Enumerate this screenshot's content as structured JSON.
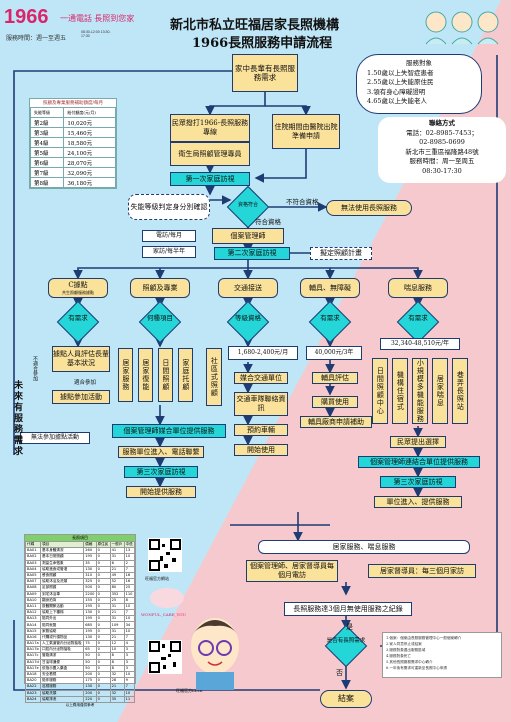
{
  "header": {
    "logo_1966": "1966",
    "slogan": "一通電話 長照到您家",
    "service_hours": "服務時間：週一至週五",
    "hours_time": "08:30-12:00 13:30-17:30",
    "title_line1": "新北市私立旺福居家長照機構",
    "title_line2": "1966長照服務申請流程"
  },
  "criteria": {
    "title": "服務對象",
    "items": [
      "1.50歲以上失智症患者",
      "2.55歲以上失能原住民",
      "3.領有身心障礙證明",
      "4.65歲以上失能老人"
    ]
  },
  "contact": {
    "title": "聯絡方式",
    "phone1": "電話：02-8985-7453；",
    "phone2": "02-8985-0699",
    "address": "新北市三重區福隆路48號",
    "hours": "服務時間：周一至周五",
    "hours_time": "08:30-17:30"
  },
  "subsidy": {
    "title": "照顧及專業服務補助額度/每月",
    "head_level": "失能等級",
    "head_amount": "給付額度(元/月)",
    "rows": [
      [
        "第2級",
        "10,020元"
      ],
      [
        "第3級",
        "15,460元"
      ],
      [
        "第4級",
        "18,580元"
      ],
      [
        "第5級",
        "24,100元"
      ],
      [
        "第6級",
        "28,070元"
      ],
      [
        "第7級",
        "32,090元"
      ],
      [
        "第8級",
        "36,180元"
      ]
    ]
  },
  "flow": {
    "start": "家中長輩有長照服務需求",
    "apply_self": "民眾撥打1966-長照服務專線",
    "health_bureau": "衛生局照顧管理專員",
    "hospital": "住院期間由醫院出院準備申請",
    "first_visit": "第一次家庭訪視",
    "eligibility_check": "失能等級判定身分別確認",
    "eligible_q": "資格符合",
    "not_eligible": "不符合資格",
    "eligible": "符合資格",
    "no_service": "無法使用長照服務",
    "case_manager": "個案管理師",
    "contact_monthly": "電訪/每月",
    "visit_half_year": "家訪/每半年",
    "second_visit": "第二次家庭訪視",
    "plan": "擬定照顧計畫",
    "unmet_need": "未來有服務需求"
  },
  "branches": {
    "c_stations": "C據點",
    "c_sub": "共生照顧服務據點",
    "care_pro": "照顧及專業",
    "transport": "交通接送",
    "aids": "輔具、無障礙",
    "respite": "喘息服務"
  },
  "c_flow": {
    "need_q": "有需求",
    "no_join": "不適合參加",
    "join_suitable": "適合參加",
    "staff_eval": "據點人員評估長輩基本狀況",
    "join": "據點參加活動",
    "cannot_join": "無法參加據點活動"
  },
  "care_flow": {
    "need_q": "何種項目",
    "options": [
      "居家服務",
      "居家復能",
      "日間照顧",
      "家庭托顧",
      "社區式照顧"
    ]
  },
  "transport_flow": {
    "need_q": "等級資格",
    "amount": "1,680-2,400元/月",
    "provider": "媒合交通單位",
    "info": "交通車隊聯絡資訊",
    "reserve": "預約車輛",
    "start": "開始使用"
  },
  "aids_flow": {
    "need_q": "有需求",
    "amount": "40,000元/3年",
    "evaluate": "輔具評估",
    "buy": "購買使用",
    "claim": "輔具廠商申請補助"
  },
  "respite_flow": {
    "need_q": "有需求",
    "amount": "32,340-48,510元/年",
    "options": [
      "日間照顧中心",
      "機構住宿式",
      "小規模多機能服務",
      "居家喘息",
      "巷弄長照站"
    ]
  },
  "common_flow": {
    "choose_agency": "民眾提出選擇",
    "case_compare": "個案管理師連結合單位提供服務",
    "care_contact": "服務單位進入、電話聯繫",
    "third_visit": "第三次家庭訪視",
    "start_service": "開始提供服務",
    "left_case": "個案管理師媒合單位提供服務",
    "unit_enter": "單位進入、提供服務"
  },
  "bottom": {
    "banner": "居家服務、喘息服務",
    "supervisors": "個案管理師、居家督導員每個月電訪",
    "home_visit": "居家督導員：每三個月家訪",
    "three_months": "長照服務達3個月無使用服務之紀錄",
    "yes": "是",
    "no": "否",
    "need_q2": "是否有長照需求",
    "end": "結案",
    "notes": [
      "1.個案：個案由長照服務管理中心一般個案轉介",
      "2.家人同意停止或結案",
      "3.服務對象遷出服務區域",
      "4.服務對象死亡",
      "5.其他長照服務需求中心轉介",
      "6.一年後有需求可重新至長照中心申請"
    ]
  },
  "services_table": {
    "title": "長照項目",
    "header": [
      "代碼",
      "項目",
      "價格",
      "原住民",
      "一般戶",
      "中低"
    ],
    "rows": [
      [
        "BA01",
        "基本身體清潔",
        "260",
        "0",
        "41",
        "13"
      ],
      [
        "BA02",
        "基本日常照顧",
        "195",
        "0",
        "31",
        "10"
      ],
      [
        "BA03",
        "測量生命徵象",
        "35",
        "0",
        "6",
        "2"
      ],
      [
        "BA04",
        "協助進食或管灌",
        "130",
        "0",
        "21",
        "7"
      ],
      [
        "BA05",
        "餐食照顧",
        "310",
        "0",
        "49",
        "16"
      ],
      [
        "BA07",
        "協助沐浴及洗頭",
        "325",
        "0",
        "52",
        "16"
      ],
      [
        "BA08",
        "足部照護",
        "500",
        "0",
        "80",
        "25"
      ],
      [
        "BA09",
        "到宅沐浴車",
        "2200",
        "0",
        "352",
        "110"
      ],
      [
        "BA10",
        "翻身拍背",
        "155",
        "0",
        "25",
        "8"
      ],
      [
        "BA11",
        "肢體關節活動",
        "195",
        "0",
        "31",
        "10"
      ],
      [
        "BA12",
        "協助上下樓梯",
        "130",
        "0",
        "21",
        "7"
      ],
      [
        "BA13",
        "陪同外出",
        "195",
        "0",
        "31",
        "10"
      ],
      [
        "BA14",
        "陪同就醫",
        "685",
        "0",
        "109",
        "34"
      ],
      [
        "BA15",
        "家務協助",
        "195",
        "0",
        "31",
        "10"
      ],
      [
        "BA16",
        "代購或代領物品",
        "130",
        "0",
        "21",
        "7"
      ],
      [
        "BA17a",
        "人工氣道管內分泌物抽吸",
        "75",
        "0",
        "12",
        "4"
      ],
      [
        "BA17b",
        "口腔內分泌物抽吸",
        "65",
        "0",
        "10",
        "3"
      ],
      [
        "BA17c",
        "管路清潔",
        "50",
        "0",
        "8",
        "3"
      ],
      [
        "BA17d",
        "甘油球通便",
        "50",
        "0",
        "8",
        "3"
      ],
      [
        "BA17e",
        "依指示置入藥盒",
        "50",
        "0",
        "8",
        "3"
      ],
      [
        "BA18",
        "安全看視",
        "200",
        "0",
        "32",
        "10"
      ],
      [
        "BA20",
        "陪伴服務",
        "175",
        "0",
        "28",
        "9"
      ],
      [
        "BA22",
        "巡視服務",
        "130",
        "0",
        "21",
        "7"
      ],
      [
        "BA23",
        "協助洗頭",
        "200",
        "0",
        "32",
        "10"
      ],
      [
        "BA24",
        "協助排泄",
        "220",
        "0",
        "35",
        "11"
      ]
    ],
    "footnote": "以上費用僅供參考"
  },
  "qr": {
    "label1": "旺福官方網站",
    "label2": "WONFUL_CARE_YOU",
    "label3": "旺福官方LINE"
  }
}
